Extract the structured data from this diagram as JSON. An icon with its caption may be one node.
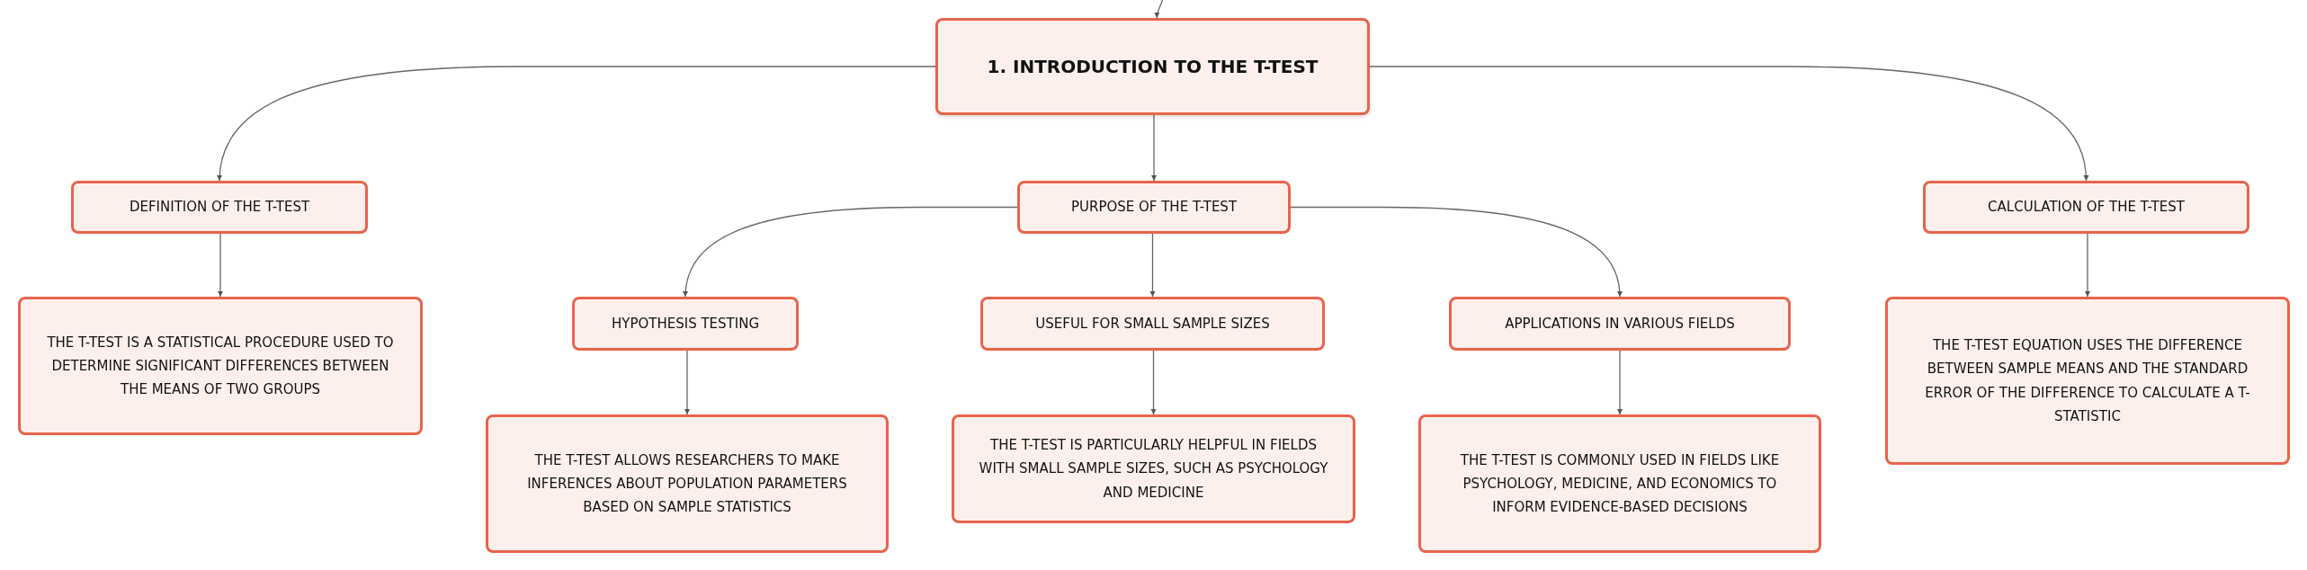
{
  "diagram": {
    "nodes": [
      {
        "text": [
          "1. INTRODUCTION TO THE T-TEST"
        ]
      },
      {
        "text": [
          "DEFINITION OF THE T-TEST"
        ]
      },
      {
        "text": [
          "PURPOSE OF THE T-TEST"
        ]
      },
      {
        "text": [
          "CALCULATION OF THE T-TEST"
        ]
      },
      {
        "text": [
          "THE T-TEST IS A STATISTICAL PROCEDURE USED TO DETERMINE SIGNIFICANT DIFFERENCES BETWEEN THE MEANS OF TWO GROUPS"
        ]
      },
      {
        "text": [
          "HYPOTHESIS TESTING"
        ]
      },
      {
        "text": [
          "USEFUL FOR SMALL SAMPLE SIZES"
        ]
      },
      {
        "text": [
          "APPLICATIONS IN VARIOUS FIELDS"
        ]
      },
      {
        "text": [
          "THE T-TEST EQUATION USES THE DIFFERENCE BETWEEN SAMPLE MEANS AND THE STANDARD ERROR OF THE DIFFERENCE TO CALCULATE A T-STATISTIC"
        ]
      },
      {
        "text": [
          "THE T-TEST ALLOWS RESEARCHERS TO MAKE INFERENCES ABOUT POPULATION PARAMETERS BASED ON SAMPLE STATISTICS"
        ]
      },
      {
        "text": [
          "THE T-TEST IS PARTICULARLY HELPFUL IN FIELDS WITH SMALL SAMPLE SIZES, SUCH AS PSYCHOLOGY AND MEDICINE"
        ]
      },
      {
        "text": [
          "THE T-TEST IS COMMONLY USED IN FIELDS LIKE PSYCHOLOGY, MEDICINE, AND ECONOMICS TO INFORM EVIDENCE-BASED DECISIONS"
        ]
      }
    ],
    "edges": [
      {
        "from": null,
        "to": 0,
        "arrow": "to"
      },
      {
        "from": 0,
        "to": 1,
        "arrow": "to"
      },
      {
        "from": 0,
        "to": 2,
        "arrow": "to"
      },
      {
        "from": 0,
        "to": 3,
        "arrow": "to"
      },
      {
        "from": 1,
        "to": 4,
        "arrow": "to"
      },
      {
        "from": 2,
        "to": 5,
        "arrow": "to"
      },
      {
        "from": 2,
        "to": 6,
        "arrow": "to"
      },
      {
        "from": 2,
        "to": 7,
        "arrow": "to"
      },
      {
        "from": 3,
        "to": 8,
        "arrow": "to"
      },
      {
        "from": 5,
        "to": 9,
        "arrow": "to"
      },
      {
        "from": 6,
        "to": 10,
        "arrow": "to"
      },
      {
        "from": 7,
        "to": 11,
        "arrow": "to"
      }
    ]
  }
}
